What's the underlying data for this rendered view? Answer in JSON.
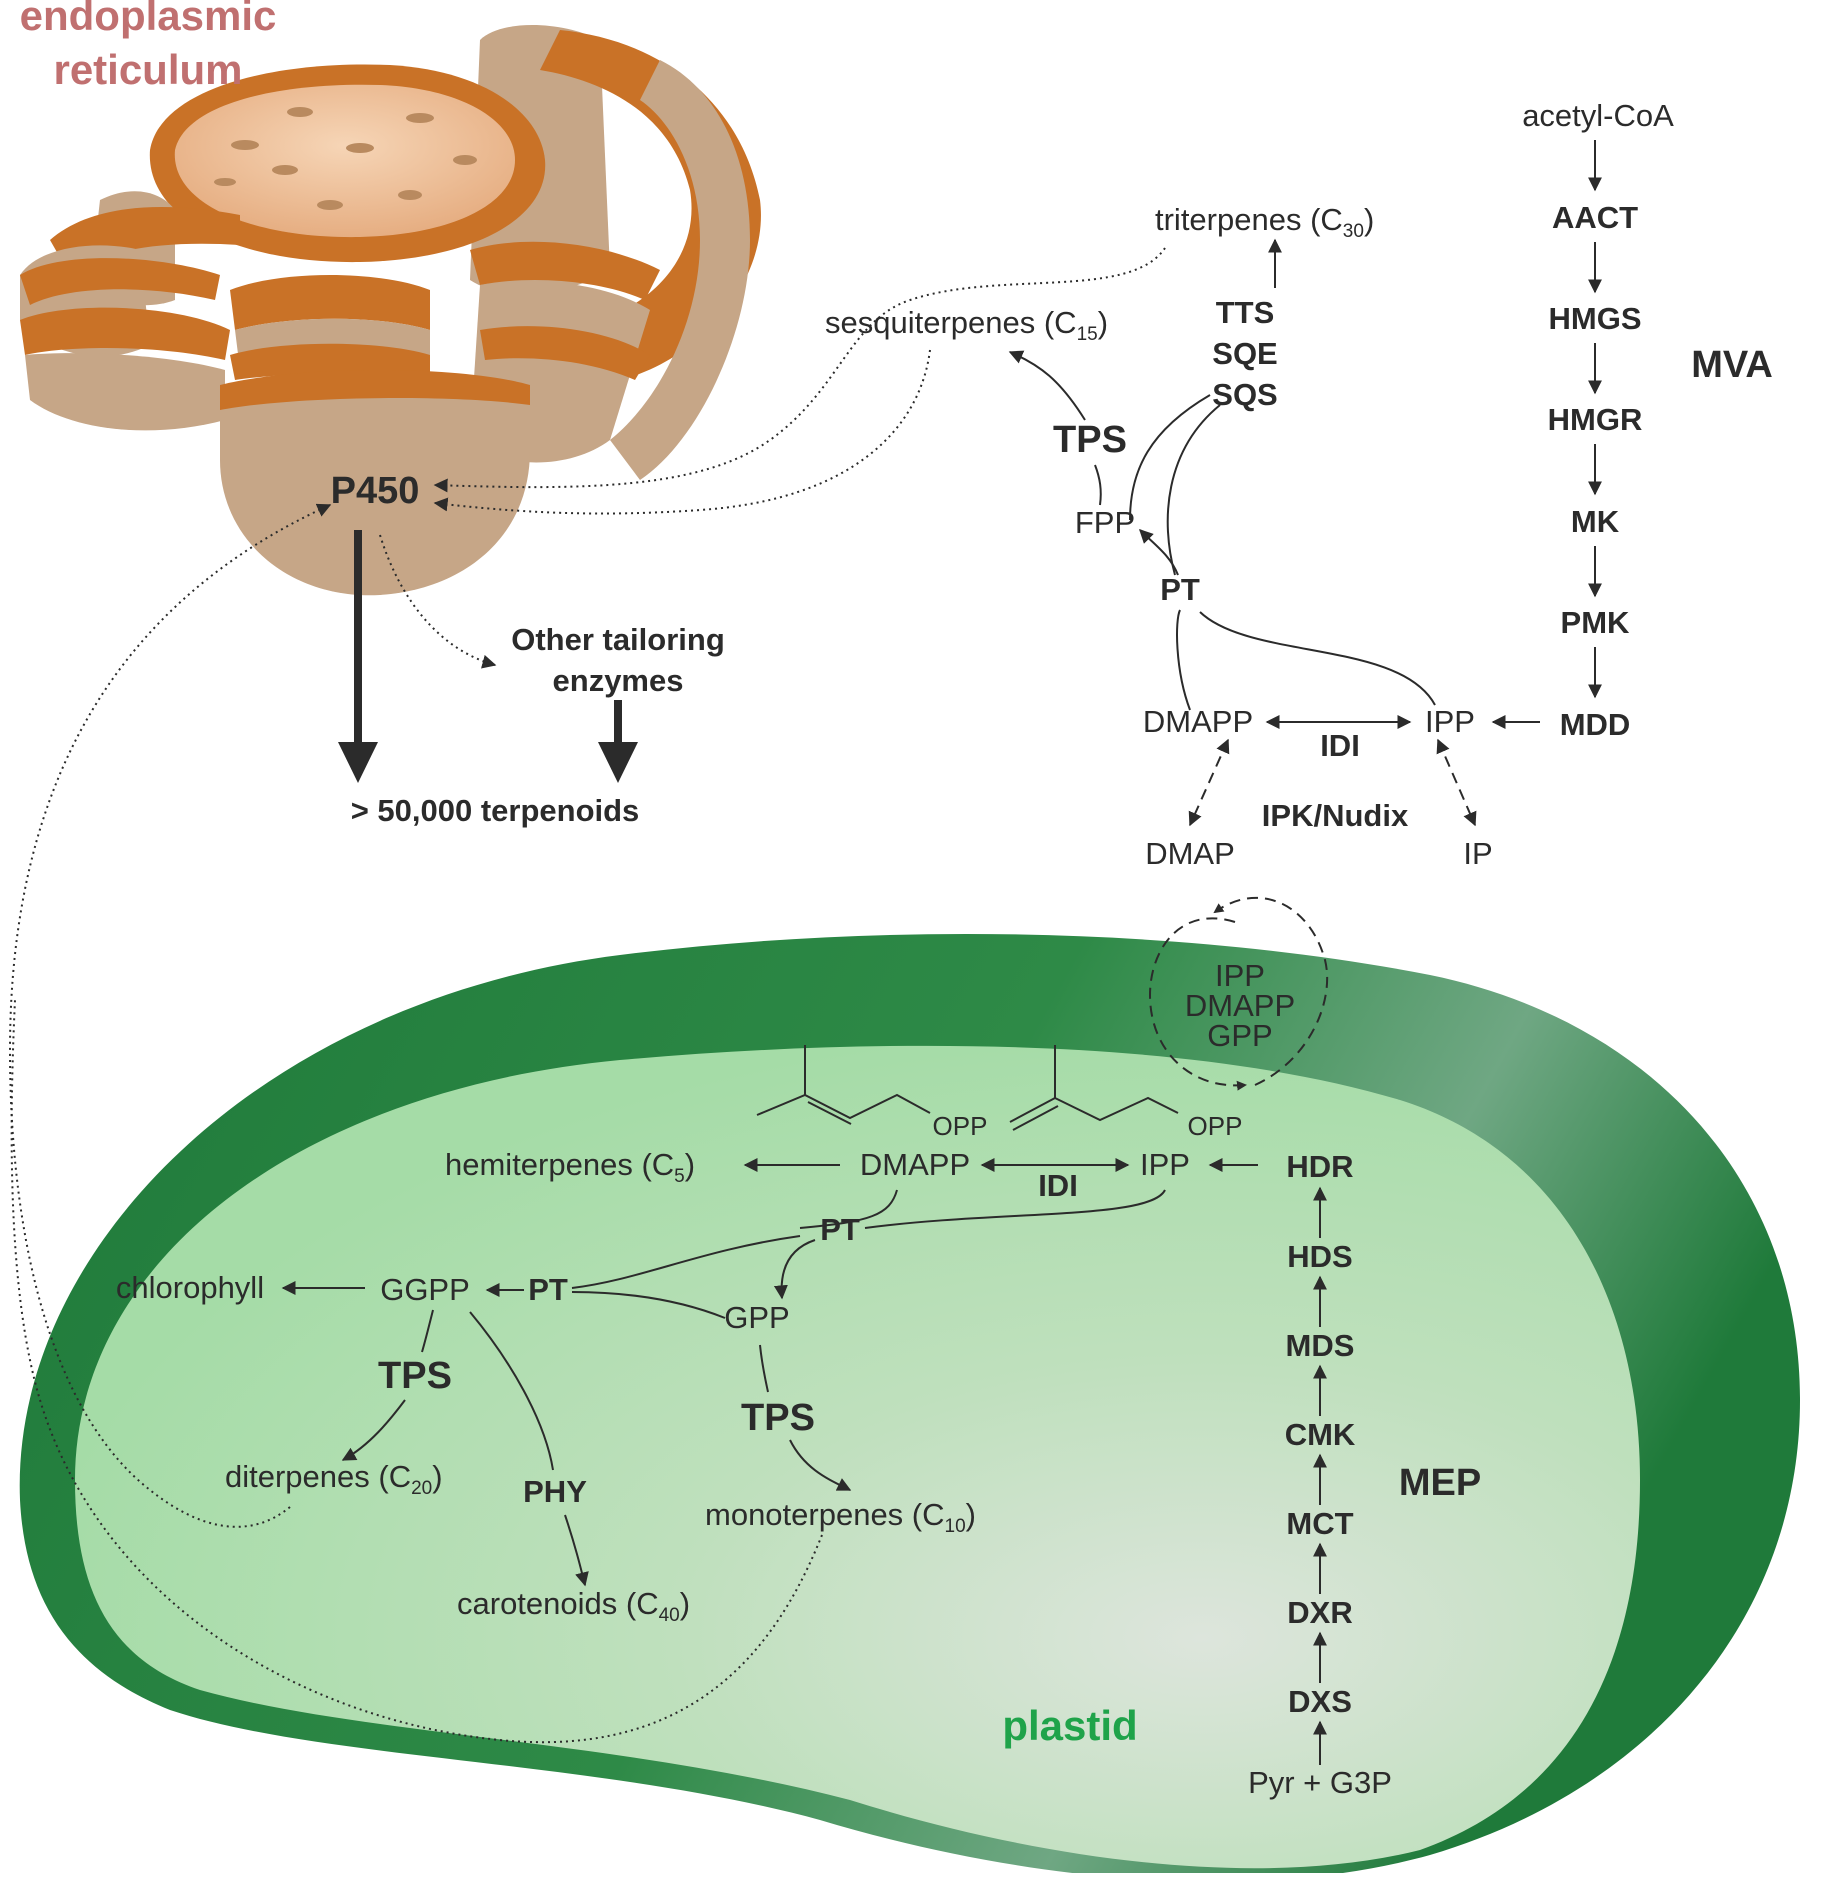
{
  "compartments": {
    "er_label_line1": "endoplasmic",
    "er_label_line2": "reticulum",
    "plastid_label": "plastid",
    "er_label_color": "#c07070",
    "plastid_label_color": "#1fa34a"
  },
  "mva": {
    "pathway_label": "MVA",
    "start": "acetyl-CoA",
    "enzymes": [
      "AACT",
      "HMGS",
      "HMGR",
      "MK",
      "PMK",
      "MDD"
    ],
    "ipp": "IPP",
    "dmapp": "DMAPP",
    "idi": "IDI",
    "ipk_nudix": "IPK/Nudix",
    "dmap": "DMAP",
    "ip": "IP",
    "pt": "PT",
    "fpp": "FPP",
    "tps": "TPS",
    "tts": "TTS",
    "sqe": "SQE",
    "sqs": "SQS",
    "sesquiterpenes": "sesquiterpenes (C",
    "sesquiterpenes_sub": "15",
    "triterpenes": "triterpenes (C",
    "triterpenes_sub": "30",
    "close_paren": ")"
  },
  "er": {
    "p450": "P450",
    "other_line1": "Other tailoring",
    "other_line2": "enzymes",
    "output": "> 50,000 terpenoids"
  },
  "transport": {
    "ipp": "IPP",
    "dmapp": "DMAPP",
    "gpp": "GPP"
  },
  "mep": {
    "pathway_label": "MEP",
    "start": "Pyr + G3P",
    "enzymes": [
      "DXS",
      "DXR",
      "MCT",
      "CMK",
      "MDS",
      "HDS",
      "HDR"
    ],
    "ipp": "IPP",
    "dmapp": "DMAPP",
    "idi": "IDI",
    "opp": "OPP",
    "hemiterpenes": "hemiterpenes (C",
    "hemiterpenes_sub": "5",
    "pt": "PT",
    "gpp": "GPP",
    "ggpp": "GGPP",
    "chlorophyll": "chlorophyll",
    "tps": "TPS",
    "phy": "PHY",
    "diterpenes": "diterpenes (C",
    "diterpenes_sub": "20",
    "monoterpenes": "monoterpenes (C",
    "monoterpenes_sub": "10",
    "carotenoids": "carotenoids (C",
    "carotenoids_sub": "40",
    "close_paren": ")"
  }
}
